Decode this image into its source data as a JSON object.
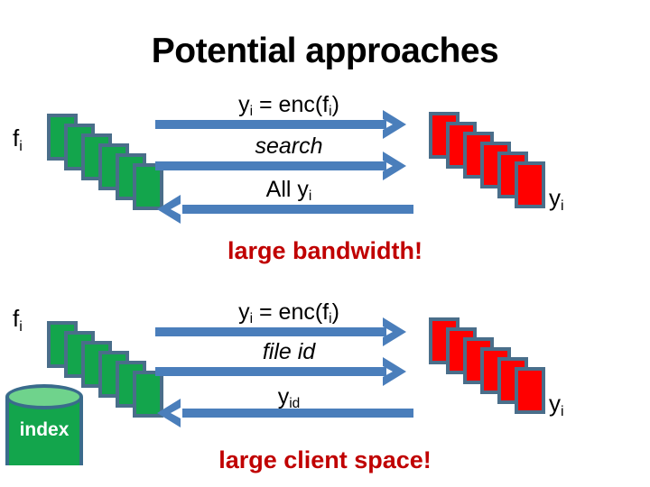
{
  "slide": {
    "title": "Potential approaches",
    "background_color": "#FFFFFF"
  },
  "colors": {
    "file_box": "#13A54C",
    "cipher_box": "#FF0000",
    "box_border": "#4A6E8A",
    "arrow": "#4A7EBB",
    "callout": "#C00000",
    "index_body": "#13A54C",
    "index_top": "#6FD38C",
    "text": "#000000"
  },
  "scenario_one": {
    "left_label": "f",
    "left_label_sub": "i",
    "right_label": "y",
    "right_label_sub": "i",
    "left_stack": {
      "icon": "document-stack-icon",
      "count": 6,
      "color": "#13A54C"
    },
    "right_stack": {
      "icon": "document-stack-icon",
      "count": 6,
      "color": "#FF0000"
    },
    "messages": [
      {
        "text": "y",
        "sub": "i",
        "rest": " = enc(f",
        "sub2": "i",
        "tail": ")",
        "full": "yi = enc(fi)",
        "direction": "right",
        "italic": false
      },
      {
        "text": "search",
        "full": "search",
        "direction": "right",
        "italic": true
      },
      {
        "text": "All y",
        "sub": "i",
        "full": "All yi",
        "direction": "left",
        "italic": false
      }
    ],
    "callout": "large bandwidth!"
  },
  "scenario_two": {
    "left_label": "f",
    "left_label_sub": "i",
    "right_label": "y",
    "right_label_sub": "i",
    "left_stack": {
      "icon": "document-stack-icon",
      "count": 6,
      "color": "#13A54C"
    },
    "right_stack": {
      "icon": "document-stack-icon",
      "count": 6,
      "color": "#FF0000"
    },
    "index": {
      "icon": "database-cylinder-icon",
      "label": "index"
    },
    "messages": [
      {
        "text": "y",
        "sub": "i",
        "rest": " = enc(f",
        "sub2": "i",
        "tail": ")",
        "full": "yi = enc(fi)",
        "direction": "right",
        "italic": false
      },
      {
        "text": "file id",
        "full": "file id",
        "direction": "right",
        "italic": true
      },
      {
        "text": "y",
        "sub": "id",
        "full": "yid",
        "direction": "left",
        "italic": false
      }
    ],
    "callout": "large client space!"
  }
}
